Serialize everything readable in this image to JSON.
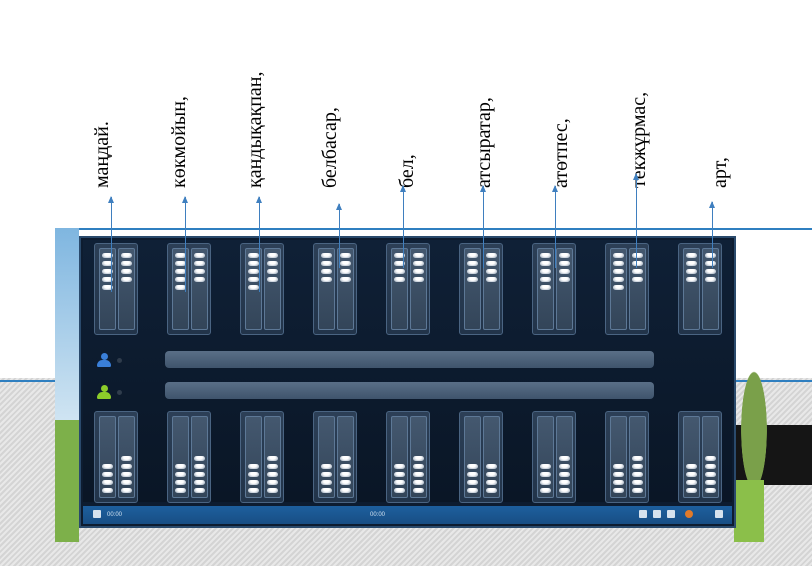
{
  "labels": [
    "маңдай.",
    "көкмойын,",
    "қандықақпан,",
    "белбасар,",
    "бел,",
    "атсыратар,",
    "атөтпес,",
    "текжұрмас,",
    "арт,"
  ],
  "board": {
    "top_pits": [
      {
        "left_stones": 5,
        "right_stones": 4
      },
      {
        "left_stones": 5,
        "right_stones": 4
      },
      {
        "left_stones": 5,
        "right_stones": 4
      },
      {
        "left_stones": 4,
        "right_stones": 4
      },
      {
        "left_stones": 4,
        "right_stones": 4
      },
      {
        "left_stones": 4,
        "right_stones": 4
      },
      {
        "left_stones": 5,
        "right_stones": 4
      },
      {
        "left_stones": 5,
        "right_stones": 4
      },
      {
        "left_stones": 4,
        "right_stones": 4
      }
    ],
    "bottom_pits": [
      {
        "left_stones": 4,
        "right_stones": 5
      },
      {
        "left_stones": 4,
        "right_stones": 5
      },
      {
        "left_stones": 4,
        "right_stones": 5
      },
      {
        "left_stones": 4,
        "right_stones": 5
      },
      {
        "left_stones": 4,
        "right_stones": 5
      },
      {
        "left_stones": 4,
        "right_stones": 4
      },
      {
        "left_stones": 4,
        "right_stones": 5
      },
      {
        "left_stones": 4,
        "right_stones": 5
      },
      {
        "left_stones": 4,
        "right_stones": 5
      }
    ],
    "player_top_color": "#3a7fd8",
    "player_bottom_color": "#8ccc2a"
  },
  "statusbar": {
    "left_time": "00:00",
    "center_time": "00:00"
  }
}
